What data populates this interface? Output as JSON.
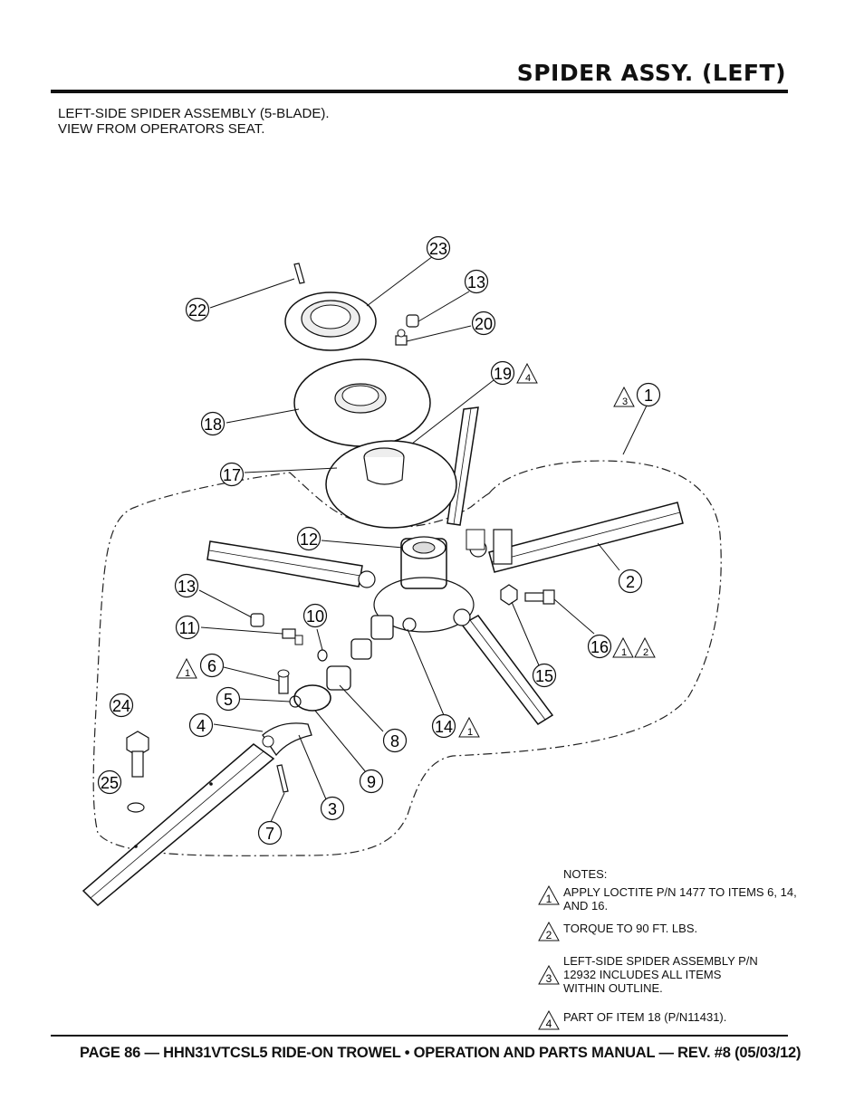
{
  "header": {
    "title": "SPIDER ASSY. (LEFT)",
    "subtitle_line1": "LEFT-SIDE SPIDER ASSEMBLY (5-BLADE).",
    "subtitle_line2": "VIEW FROM OPERATORS SEAT."
  },
  "callouts": {
    "c1": "1",
    "c2": "2",
    "c3": "3",
    "c4": "4",
    "c5": "5",
    "c6": "6",
    "c7": "7",
    "c8": "8",
    "c9": "9",
    "c10": "10",
    "c11": "11",
    "c12": "12",
    "c13a": "13",
    "c13b": "13",
    "c14": "14",
    "c15": "15",
    "c16": "16",
    "c17": "17",
    "c18": "18",
    "c19": "19",
    "c20": "20",
    "c22": "22",
    "c23": "23",
    "c24": "24",
    "c25": "25"
  },
  "note_markers": {
    "m1": "3",
    "m6": "1",
    "m14": "1",
    "m16a": "1",
    "m16b": "2",
    "m19": "4"
  },
  "notes": {
    "heading": "NOTES:",
    "items": [
      {
        "num": "1",
        "text": "APPLY LOCTITE  P/N 1477 TO ITEMS 6, 14, AND 16."
      },
      {
        "num": "2",
        "text": "TORQUE TO 90 FT. LBS."
      },
      {
        "num": "3",
        "text": "LEFT-SIDE SPIDER ASSEMBLY P/N 12932 INCLUDES ALL ITEMS WITHIN OUTLINE."
      },
      {
        "num": "4",
        "text": "PART OF ITEM 18 (P/N11431)."
      }
    ]
  },
  "footer": {
    "text": "PAGE 86 — HHN31VTCSL5 RIDE-ON TROWEL • OPERATION AND PARTS MANUAL — REV. #8 (05/03/12)"
  }
}
